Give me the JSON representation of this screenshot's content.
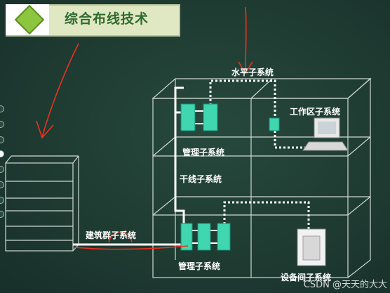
{
  "title": "综合布线技术",
  "labels": {
    "horizontal": "水平子系统",
    "work_area": "工作区子系统",
    "management_upper": "管理子系统",
    "backbone": "干线子系统",
    "campus": "建筑群子系统",
    "management_lower": "管理子系统",
    "equipment_room": "设备间子系统"
  },
  "watermark": "CSDN @天天的大大",
  "colors": {
    "board": "#1f3d33",
    "building_lines": "#cfd8d3",
    "cable_dotted": "#ffffff",
    "cable_solid": "#ffffff",
    "panel": "#3fd6b0",
    "annotation": "#e8331f",
    "title_bg": "#dfe8c2",
    "title_text": "#2f6c2c",
    "diamond": "#8cc63f"
  },
  "icons": {
    "title_marker": "green-diamond-icon",
    "workstation": "computer-workstation-icon",
    "server": "server-cabinet-icon"
  }
}
